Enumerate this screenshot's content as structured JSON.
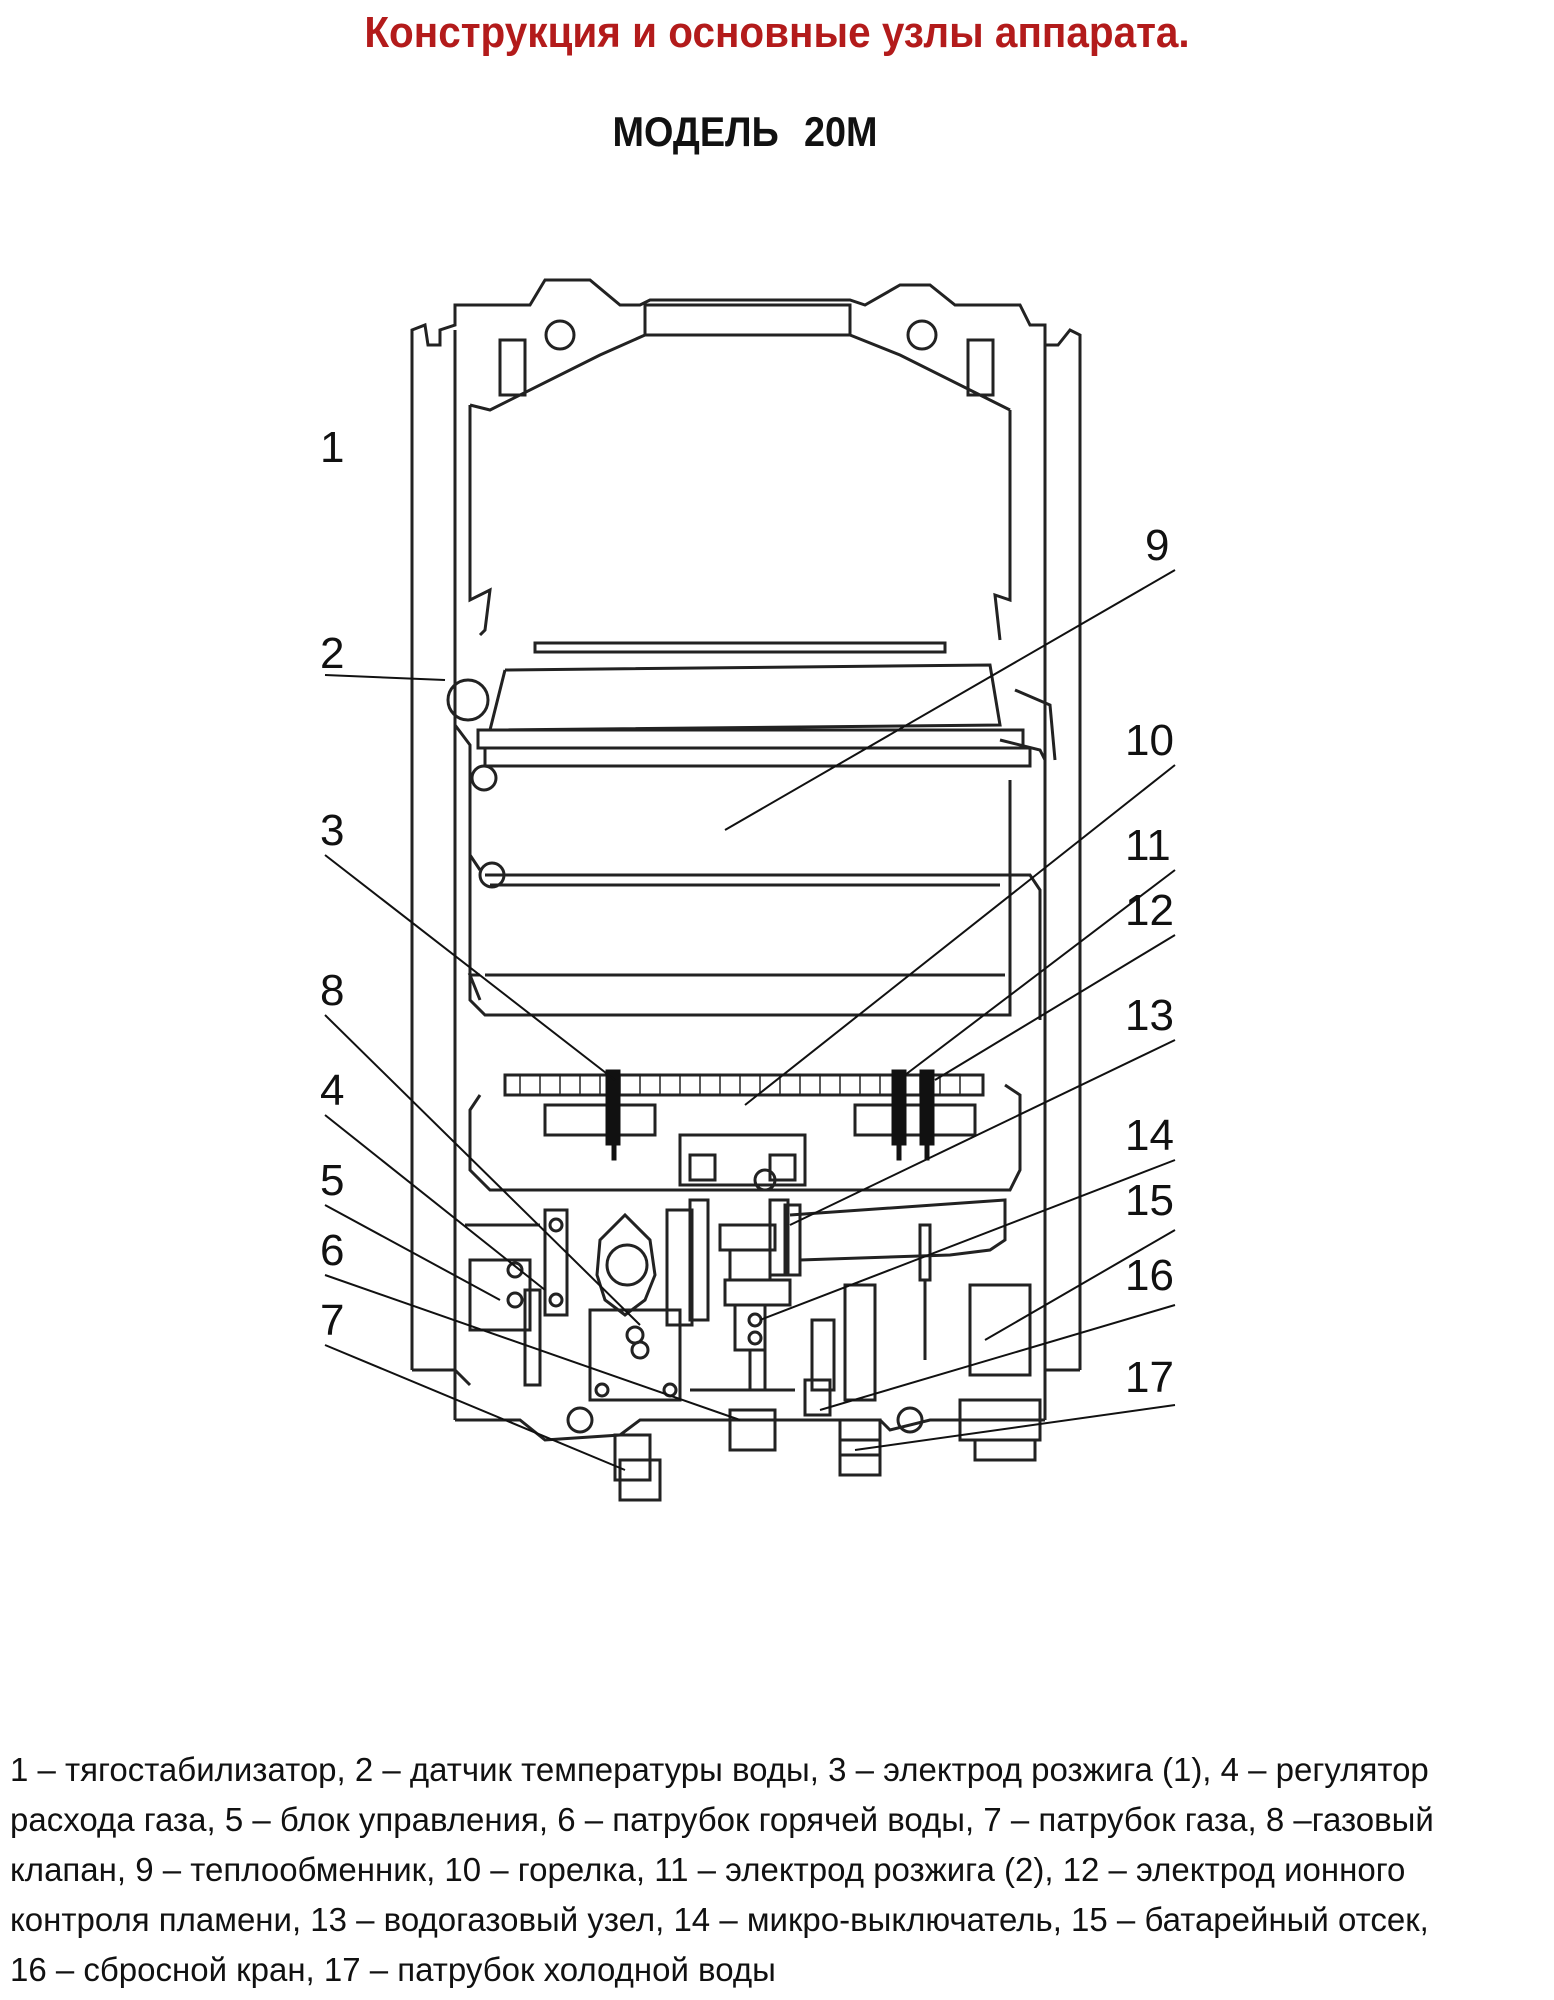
{
  "header": {
    "title": "Конструкция и основные узлы аппарата.",
    "model_prefix": "МОДЕЛЬ",
    "model_name": "20M",
    "title_color": "#b31b1b"
  },
  "callouts": [
    "1",
    "2",
    "3",
    "4",
    "5",
    "6",
    "7",
    "8",
    "9",
    "10",
    "11",
    "12",
    "13",
    "14",
    "15",
    "16",
    "17"
  ],
  "legend": {
    "lines": [
      "1 – тягостабилизатор, 2 – датчик температуры воды, 3 – электрод розжига (1), 4 – регулятор",
      "расхода газа, 5 – блок управления, 6 – патрубок горячей воды, 7 – патрубок газа, 8 –газовый",
      "клапан, 9 – теплообменник, 10 – горелка, 11 – электрод розжига (2), 12 – электрод ионного",
      "контроля пламени, 13 – водогазовый узел, 14 – микро-выключатель, 15 – батарейный отсек,",
      "16 – сбросной кран, 17 – патрубок холодной воды"
    ]
  }
}
